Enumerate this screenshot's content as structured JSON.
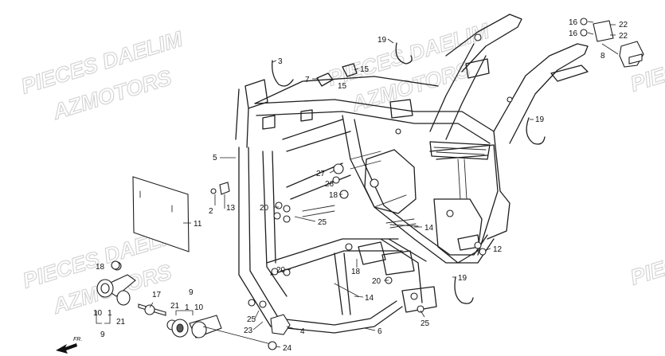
{
  "watermarks": [
    {
      "text": "PIECES DAELIM"
    },
    {
      "text": "AZMOTORS"
    },
    {
      "text": "PIECES DAELIM"
    },
    {
      "text": "AZMOTORS"
    },
    {
      "text": "PIECES DAELIM"
    },
    {
      "text": "AZMOTORS"
    },
    {
      "text": "PIEC"
    },
    {
      "text": "PIEC"
    }
  ],
  "direction_label": "FR.",
  "callouts": [
    {
      "id": "c16a",
      "text": "16"
    },
    {
      "id": "c22a",
      "text": "22"
    },
    {
      "id": "c16b",
      "text": "16"
    },
    {
      "id": "c22b",
      "text": "22"
    },
    {
      "id": "c8",
      "text": "8"
    },
    {
      "id": "c19a",
      "text": "19"
    },
    {
      "id": "c3",
      "text": "3"
    },
    {
      "id": "c7",
      "text": "7"
    },
    {
      "id": "c15a",
      "text": "15"
    },
    {
      "id": "c15b",
      "text": "15"
    },
    {
      "id": "c19b",
      "text": "19"
    },
    {
      "id": "c5",
      "text": "5"
    },
    {
      "id": "c27",
      "text": "27"
    },
    {
      "id": "c26",
      "text": "26"
    },
    {
      "id": "c18a",
      "text": "18"
    },
    {
      "id": "c13",
      "text": "13"
    },
    {
      "id": "c2",
      "text": "2"
    },
    {
      "id": "c20a",
      "text": "20"
    },
    {
      "id": "c25a",
      "text": "25"
    },
    {
      "id": "c14a",
      "text": "14"
    },
    {
      "id": "c11",
      "text": "11"
    },
    {
      "id": "c12",
      "text": "12"
    },
    {
      "id": "c18b",
      "text": "18"
    },
    {
      "id": "c20b",
      "text": "20"
    },
    {
      "id": "c18c",
      "text": "18"
    },
    {
      "id": "c20c",
      "text": "20"
    },
    {
      "id": "c19c",
      "text": "19"
    },
    {
      "id": "c14b",
      "text": "14"
    },
    {
      "id": "c17",
      "text": "17"
    },
    {
      "id": "c9a",
      "text": "9"
    },
    {
      "id": "c1a",
      "text": "1"
    },
    {
      "id": "c21a",
      "text": "21"
    },
    {
      "id": "c10a",
      "text": "10"
    },
    {
      "id": "c10b",
      "text": "10"
    },
    {
      "id": "c1b",
      "text": "1"
    },
    {
      "id": "c21b",
      "text": "21"
    },
    {
      "id": "c9b",
      "text": "9"
    },
    {
      "id": "c25b",
      "text": "25"
    },
    {
      "id": "c23",
      "text": "23"
    },
    {
      "id": "c4",
      "text": "4"
    },
    {
      "id": "c6",
      "text": "6"
    },
    {
      "id": "c25c",
      "text": "25"
    },
    {
      "id": "c24",
      "text": "24"
    }
  ]
}
